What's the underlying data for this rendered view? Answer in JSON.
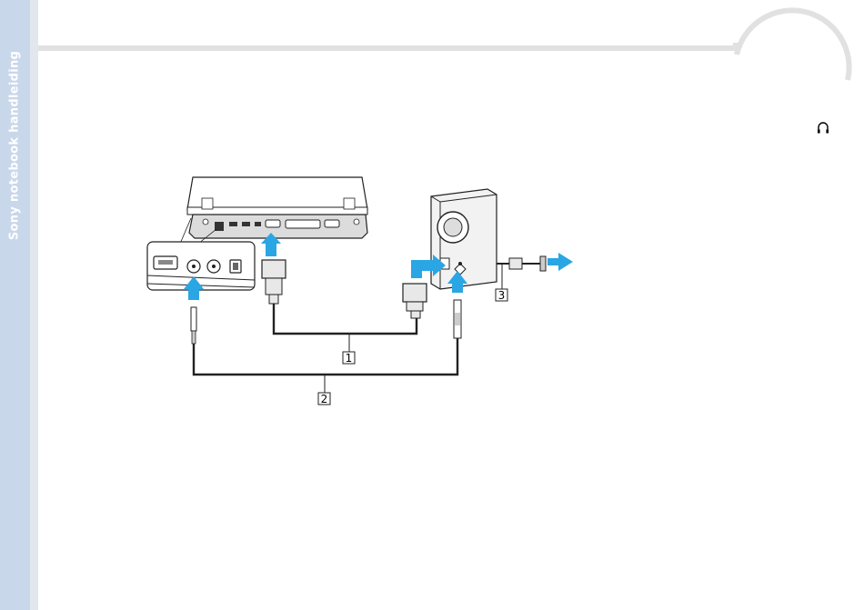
{
  "sidebar": {
    "title": "Sony notebook handleiding"
  },
  "header": {
    "corner_icon": "headphone-icon",
    "page_number": ""
  },
  "diagram": {
    "callouts": [
      "1",
      "2",
      "3"
    ],
    "arrow_color": "#2aa6e4"
  }
}
